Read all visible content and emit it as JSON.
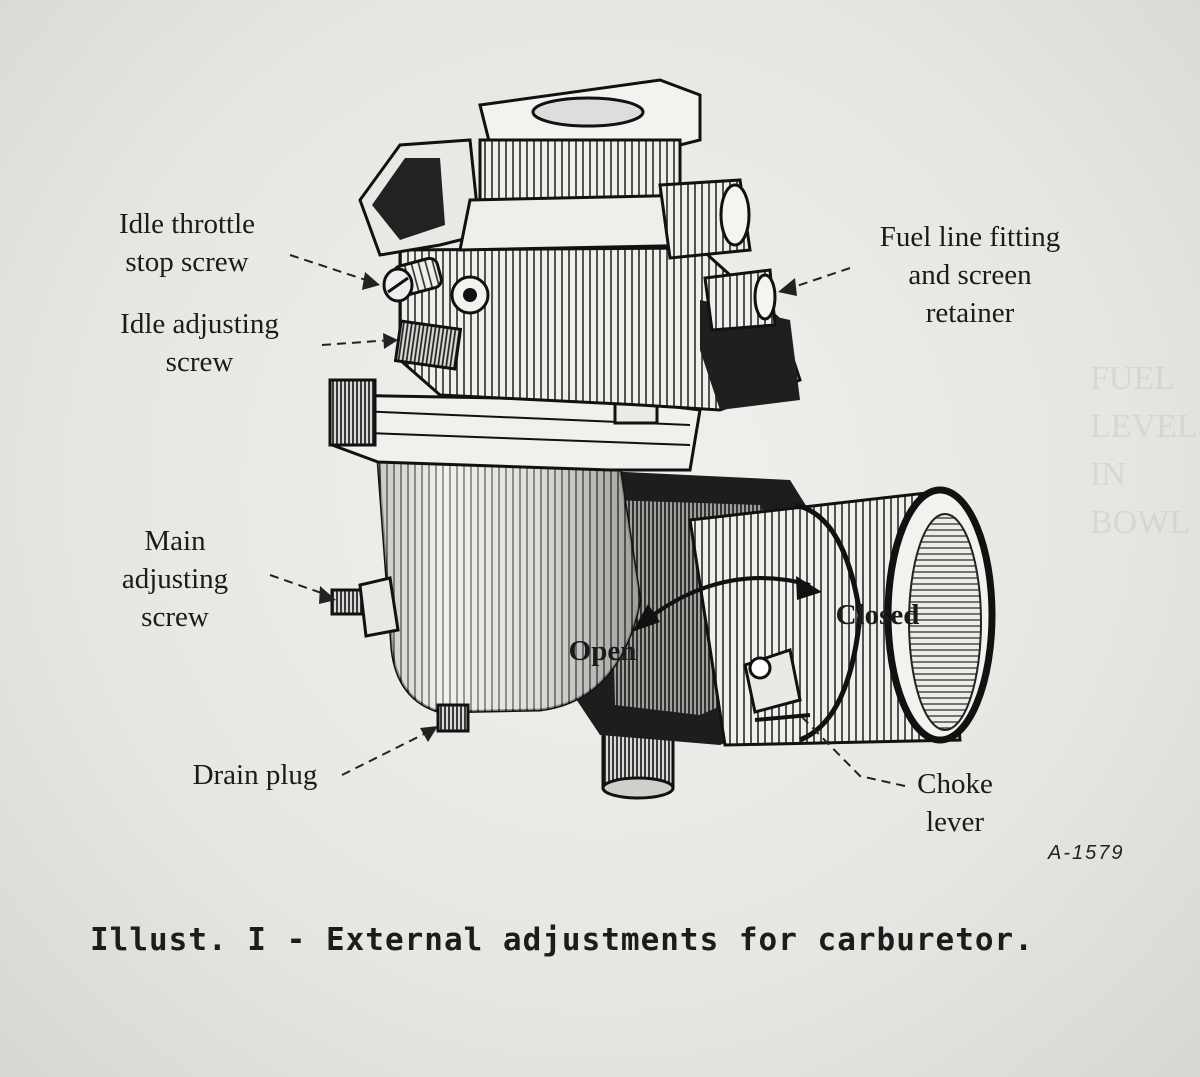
{
  "labels": {
    "idle_throttle_stop_screw": [
      "Idle throttle",
      "stop  screw"
    ],
    "idle_adjusting_screw": [
      "Idle  adjusting",
      "screw"
    ],
    "fuel_line_fitting": [
      "Fuel line fitting",
      "and screen",
      "retainer"
    ],
    "main_adjusting_screw": [
      "Main",
      "adjusting",
      "screw"
    ],
    "drain_plug": "Drain plug",
    "open": "Open",
    "closed": "Closed",
    "choke_lever": [
      "Choke",
      "lever"
    ]
  },
  "figure_code": "A-1579",
  "caption": "Illust. I - External adjustments for carburetor.",
  "colors": {
    "ink": "#1a1a1a",
    "paper": "#ebebe7"
  }
}
